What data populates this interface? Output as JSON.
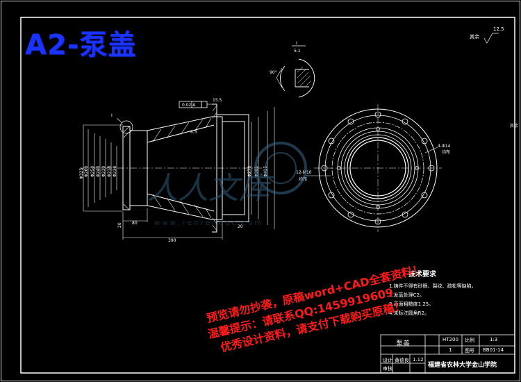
{
  "header": {
    "title": "A2-泵盖"
  },
  "roughness": {
    "label": "12.5",
    "suffix": "其余"
  },
  "detail_view": {
    "label": "I",
    "scale": "5:1",
    "angle": "90°"
  },
  "section_view": {
    "detail_mark": "I",
    "tolerance_frame": "0.02 A",
    "dims": {
      "d1": "Φ325",
      "d2": "Φ260",
      "d3": "Φ250",
      "d4": "Φ240",
      "d5": "Φ230",
      "d6": "Φ218",
      "d7": "Φ238",
      "d8": "Φ270",
      "d9": "Φ385",
      "d10": "Φ415",
      "len_total": "390",
      "len_small": "80",
      "thick_left": "20",
      "thick_right": "20",
      "chamfer": "6.3",
      "groove": "15.5"
    }
  },
  "end_view": {
    "holes_label": "4-Φ14",
    "holes_note": "均布",
    "thread_label": "12-M10",
    "thread_note": "均布"
  },
  "side_note": "其余",
  "technical_requirements": {
    "title": "技术要求",
    "items": [
      "1.铸件不得有砂眼、裂纹、疏松等缺陷。",
      "2.发蓝处理C2。",
      "3.表面粗糙度1.25。",
      "4.未标注圆角R2。"
    ]
  },
  "watermark": {
    "text": "人人文库",
    "url": "w w w . r e n r e n d o c . c o m"
  },
  "promo": [
    "预览请勿抄袭，原稿word+CAD全套资料！",
    "温馨提示：请联系QQ:1459919609",
    "优秀设计资料，请支付下载购买原稿！"
  ],
  "title_block": {
    "part_name": "泵盖",
    "material": "HT200",
    "quantity": "1",
    "scale_label": "比例",
    "scale": "1:3",
    "drawing_no_label": "图号",
    "drawing_no": "BB01-14",
    "designer_label": "设计",
    "designer": "黄德良",
    "date": "1.12",
    "check_label": "审核",
    "school": "福建省农林大学金山学院"
  }
}
